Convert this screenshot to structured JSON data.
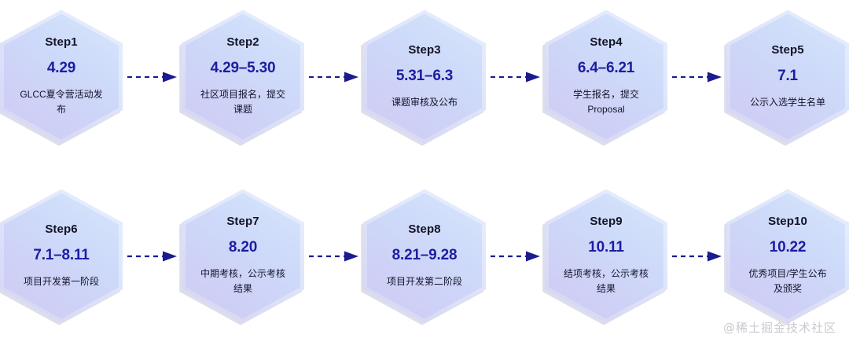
{
  "diagram": {
    "title": "GLCC Timeline Flow",
    "accent_date_color": "#1d1ca2",
    "accent_arrow_color": "#1b1b8f",
    "hex_gradient_from": "#d7e6fc",
    "hex_gradient_to": "#cfc9f2",
    "background_color": "#ffffff",
    "arrow_icon": "dashed-arrow-right"
  },
  "rows": [
    {
      "index": 1,
      "step_start": 1,
      "step_end": 5
    },
    {
      "index": 2,
      "step_start": 6,
      "step_end": 10
    }
  ],
  "steps": [
    {
      "id": 1,
      "label": "Step1",
      "date": "4.29",
      "desc": "GLCC夏令营活动发布"
    },
    {
      "id": 2,
      "label": "Step2",
      "date": "4.29–5.30",
      "desc": "社区项目报名，提交课题"
    },
    {
      "id": 3,
      "label": "Step3",
      "date": "5.31–6.3",
      "desc": "课题审核及公布"
    },
    {
      "id": 4,
      "label": "Step4",
      "date": "6.4–6.21",
      "desc": "学生报名，提交Proposal"
    },
    {
      "id": 5,
      "label": "Step5",
      "date": "7.1",
      "desc": "公示入选学生名单"
    },
    {
      "id": 6,
      "label": "Step6",
      "date": "7.1–8.11",
      "desc": "项目开发第一阶段"
    },
    {
      "id": 7,
      "label": "Step7",
      "date": "8.20",
      "desc": "中期考核，公示考核结果"
    },
    {
      "id": 8,
      "label": "Step8",
      "date": "8.21–9.28",
      "desc": "项目开发第二阶段"
    },
    {
      "id": 9,
      "label": "Step9",
      "date": "10.11",
      "desc": "结项考核，公示考核结果"
    },
    {
      "id": 10,
      "label": "Step10",
      "date": "10.22",
      "desc": "优秀项目/学生公布及颁奖"
    }
  ],
  "watermark": {
    "text": "@稀土掘金技术社区"
  }
}
